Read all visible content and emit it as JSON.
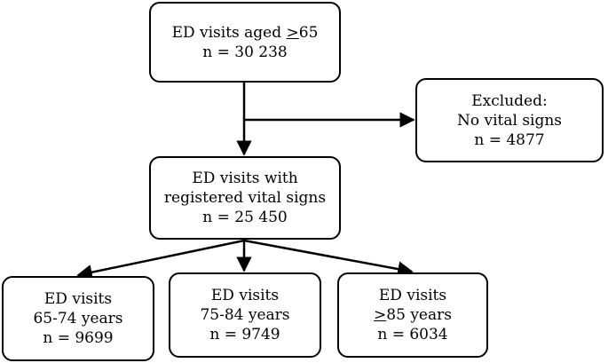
{
  "top_box": {
    "line1_prefix": "ED visits aged ",
    "line1_symbol": ">",
    "line1_suffix": "65",
    "line2": "n = 30 238"
  },
  "excluded_box": {
    "line1": "Excluded:",
    "line2": "No vital signs",
    "line3": "n = 4877"
  },
  "middle_box": {
    "line1": "ED visits with",
    "line2": "registered vital signs",
    "line3": "n = 25 450"
  },
  "age_group_65_74": {
    "line1": "ED visits",
    "line2": "65-74 years",
    "line3": "n = 9699"
  },
  "age_group_75_84": {
    "line1": "ED visits",
    "line2": "75-84 years",
    "line3": "n = 9749"
  },
  "age_group_85_plus": {
    "line1": "ED visits",
    "line2_symbol": ">",
    "line2_suffix": "85 years",
    "line3": "n = 6034"
  }
}
